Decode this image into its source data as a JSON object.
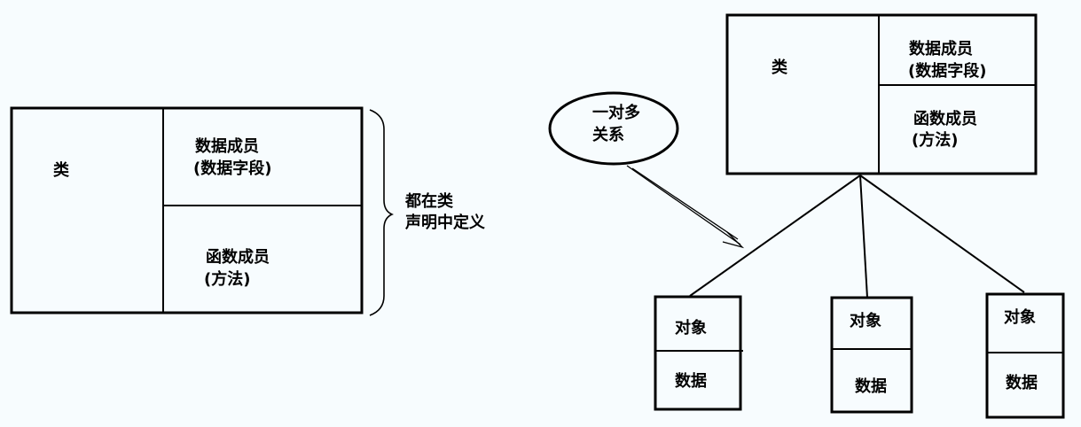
{
  "diagram_left": {
    "class_label": "类",
    "data_members": [
      "数据成员",
      "(数据字段)"
    ],
    "function_members": [
      "函数成员",
      "(方法)"
    ],
    "brace_note": [
      "都在类",
      "声明中定义"
    ]
  },
  "diagram_right": {
    "class_label": "类",
    "data_members": [
      "数据成员",
      "(数据字段)"
    ],
    "function_members": [
      "函数成员",
      "(方法)"
    ],
    "callout": [
      "一对多",
      "关系"
    ],
    "objects": [
      {
        "label": "对象",
        "data": "数据"
      },
      {
        "label": "对象",
        "data": "数据"
      },
      {
        "label": "对象",
        "data": "数据"
      }
    ]
  }
}
